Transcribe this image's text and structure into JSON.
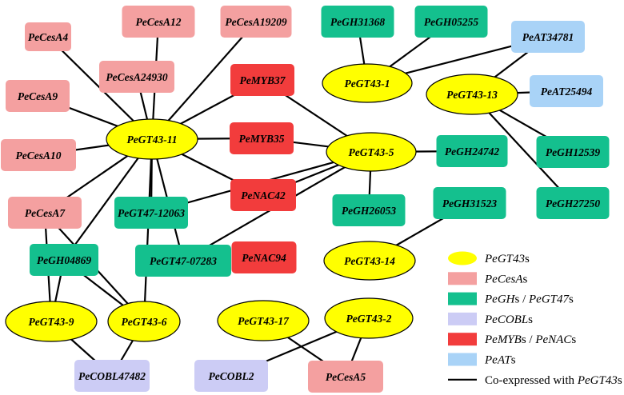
{
  "colors": {
    "gt43": "#ffff00",
    "cesa": "#f4a0a0",
    "gh": "#14c08e",
    "cobl": "#ccccf5",
    "myb": "#f23c3c",
    "at": "#a9d3f7",
    "edge": "#000000"
  },
  "nodes": [
    {
      "id": "gt43_11",
      "label": "PeGT43-11",
      "group": "gt43"
    },
    {
      "id": "gt43_5",
      "label": "PeGT43-5",
      "group": "gt43"
    },
    {
      "id": "gt43_1",
      "label": "PeGT43-1",
      "group": "gt43"
    },
    {
      "id": "gt43_13",
      "label": "PeGT43-13",
      "group": "gt43"
    },
    {
      "id": "gt43_14",
      "label": "PeGT43-14",
      "group": "gt43"
    },
    {
      "id": "gt43_9",
      "label": "PeGT43-9",
      "group": "gt43"
    },
    {
      "id": "gt43_6",
      "label": "PeGT43-6",
      "group": "gt43"
    },
    {
      "id": "gt43_17",
      "label": "PeGT43-17",
      "group": "gt43"
    },
    {
      "id": "gt43_2",
      "label": "PeGT43-2",
      "group": "gt43"
    },
    {
      "id": "cesa4",
      "label": "PeCesA4",
      "group": "cesa"
    },
    {
      "id": "cesa12",
      "label": "PeCesA12",
      "group": "cesa"
    },
    {
      "id": "cesa19209",
      "label": "PeCesA19209",
      "group": "cesa"
    },
    {
      "id": "cesa24930",
      "label": "PeCesA24930",
      "group": "cesa"
    },
    {
      "id": "cesa9",
      "label": "PeCesA9",
      "group": "cesa"
    },
    {
      "id": "cesa10",
      "label": "PeCesA10",
      "group": "cesa"
    },
    {
      "id": "cesa7",
      "label": "PeCesA7",
      "group": "cesa"
    },
    {
      "id": "cesa5",
      "label": "PeCesA5",
      "group": "cesa"
    },
    {
      "id": "myb37",
      "label": "PeMYB37",
      "group": "myb"
    },
    {
      "id": "myb35",
      "label": "PeMYB35",
      "group": "myb"
    },
    {
      "id": "nac42",
      "label": "PeNAC42",
      "group": "myb"
    },
    {
      "id": "nac94",
      "label": "PeNAC94",
      "group": "myb"
    },
    {
      "id": "gh31368",
      "label": "PeGH31368",
      "group": "gh"
    },
    {
      "id": "gh05255",
      "label": "PeGH05255",
      "group": "gh"
    },
    {
      "id": "gh24742",
      "label": "PeGH24742",
      "group": "gh"
    },
    {
      "id": "gh12539",
      "label": "PeGH12539",
      "group": "gh"
    },
    {
      "id": "gh27250",
      "label": "PeGH27250",
      "group": "gh"
    },
    {
      "id": "gh26053",
      "label": "PeGH26053",
      "group": "gh"
    },
    {
      "id": "gh31523",
      "label": "PeGH31523",
      "group": "gh"
    },
    {
      "id": "gh04869",
      "label": "PeGH04869",
      "group": "gh"
    },
    {
      "id": "gt47_12063",
      "label": "PeGT47-12063",
      "group": "gh"
    },
    {
      "id": "gt47_07283",
      "label": "PeGT47-07283",
      "group": "gh"
    },
    {
      "id": "at34781",
      "label": "PeAT34781",
      "group": "at"
    },
    {
      "id": "at25494",
      "label": "PeAT25494",
      "group": "at"
    },
    {
      "id": "cobl47482",
      "label": "PeCOBL47482",
      "group": "cobl"
    },
    {
      "id": "cobl2",
      "label": "PeCOBL2",
      "group": "cobl"
    }
  ],
  "edges": [
    [
      "gt43_11",
      "cesa4"
    ],
    [
      "gt43_11",
      "cesa12"
    ],
    [
      "gt43_11",
      "cesa19209"
    ],
    [
      "gt43_11",
      "cesa24930"
    ],
    [
      "gt43_11",
      "cesa9"
    ],
    [
      "gt43_11",
      "cesa10"
    ],
    [
      "gt43_11",
      "cesa7"
    ],
    [
      "gt43_11",
      "myb37"
    ],
    [
      "gt43_11",
      "myb35"
    ],
    [
      "gt43_11",
      "nac42"
    ],
    [
      "gt43_11",
      "gt47_12063"
    ],
    [
      "gt43_11",
      "gt47_07283"
    ],
    [
      "gt43_11",
      "gt43_6"
    ],
    [
      "gt43_11",
      "gh04869"
    ],
    [
      "gt43_5",
      "myb37"
    ],
    [
      "gt43_5",
      "myb35"
    ],
    [
      "gt43_5",
      "nac42"
    ],
    [
      "gt43_5",
      "gh24742"
    ],
    [
      "gt43_5",
      "gh26053"
    ],
    [
      "gt43_5",
      "gt47_12063"
    ],
    [
      "gt43_5",
      "gt47_07283"
    ],
    [
      "gt43_1",
      "gh31368"
    ],
    [
      "gt43_1",
      "gh05255"
    ],
    [
      "gt43_1",
      "at34781"
    ],
    [
      "gt43_13",
      "at34781"
    ],
    [
      "gt43_13",
      "at25494"
    ],
    [
      "gt43_13",
      "gh12539"
    ],
    [
      "gt43_13",
      "gh27250"
    ],
    [
      "gt43_14",
      "gh31523"
    ],
    [
      "cesa7",
      "gt43_9"
    ],
    [
      "cesa7",
      "gt43_6"
    ],
    [
      "gh04869",
      "gt43_9"
    ],
    [
      "gh04869",
      "gt43_6"
    ],
    [
      "gt43_9",
      "cobl47482"
    ],
    [
      "gt43_6",
      "cobl47482"
    ],
    [
      "gt43_17",
      "cesa5"
    ],
    [
      "gt43_2",
      "cobl2"
    ],
    [
      "gt43_2",
      "cesa5"
    ]
  ],
  "legend": [
    {
      "group": "gt43",
      "parts": [
        {
          "t": "PeGT43",
          "i": true
        },
        {
          "t": "s",
          "i": false
        }
      ]
    },
    {
      "group": "cesa",
      "parts": [
        {
          "t": "PeCesA",
          "i": true
        },
        {
          "t": "s",
          "i": false
        }
      ]
    },
    {
      "group": "gh",
      "parts": [
        {
          "t": "PeGH",
          "i": true
        },
        {
          "t": "s / ",
          "i": false
        },
        {
          "t": "PeGT47",
          "i": true
        },
        {
          "t": "s",
          "i": false
        }
      ]
    },
    {
      "group": "cobl",
      "parts": [
        {
          "t": "PeCOBL",
          "i": true
        },
        {
          "t": "s",
          "i": false
        }
      ]
    },
    {
      "group": "myb",
      "parts": [
        {
          "t": "PeMYB",
          "i": true
        },
        {
          "t": "s / ",
          "i": false
        },
        {
          "t": "PeNAC",
          "i": true
        },
        {
          "t": "s",
          "i": false
        }
      ]
    },
    {
      "group": "at",
      "parts": [
        {
          "t": "PeAT",
          "i": true
        },
        {
          "t": "s",
          "i": false
        }
      ]
    },
    {
      "group": "edge",
      "parts": [
        {
          "t": "Co-expressed with ",
          "i": false
        },
        {
          "t": "PeGT43",
          "i": true
        },
        {
          "t": "s",
          "i": false
        }
      ]
    }
  ]
}
